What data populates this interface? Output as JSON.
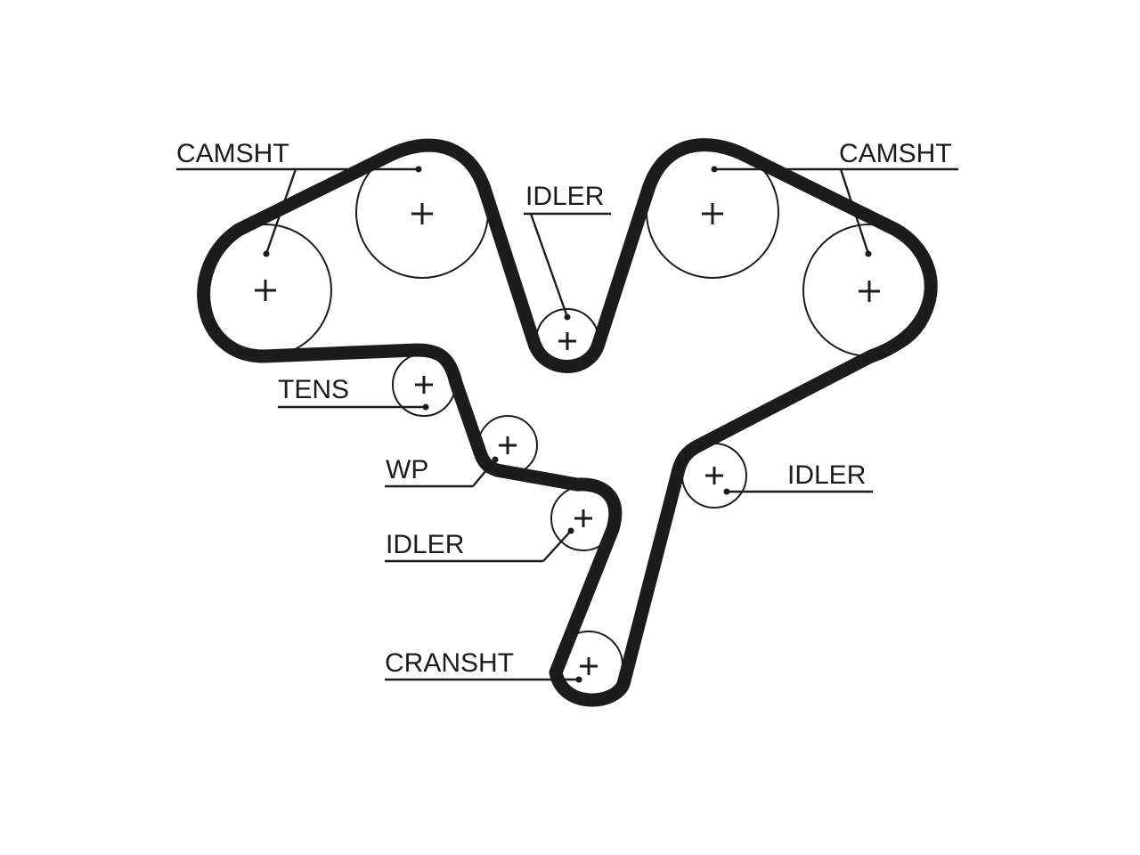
{
  "labels": {
    "camshaft_left": "CAMSHT",
    "camshaft_right": "CAMSHT",
    "idler_top": "IDLER",
    "idler_right": "IDLER",
    "idler_lower": "IDLER",
    "tensioner": "TENS",
    "water_pump": "WP",
    "crankshaft": "CRANSHT"
  },
  "colors": {
    "line": "#1c1c1c",
    "background": "#ffffff"
  }
}
